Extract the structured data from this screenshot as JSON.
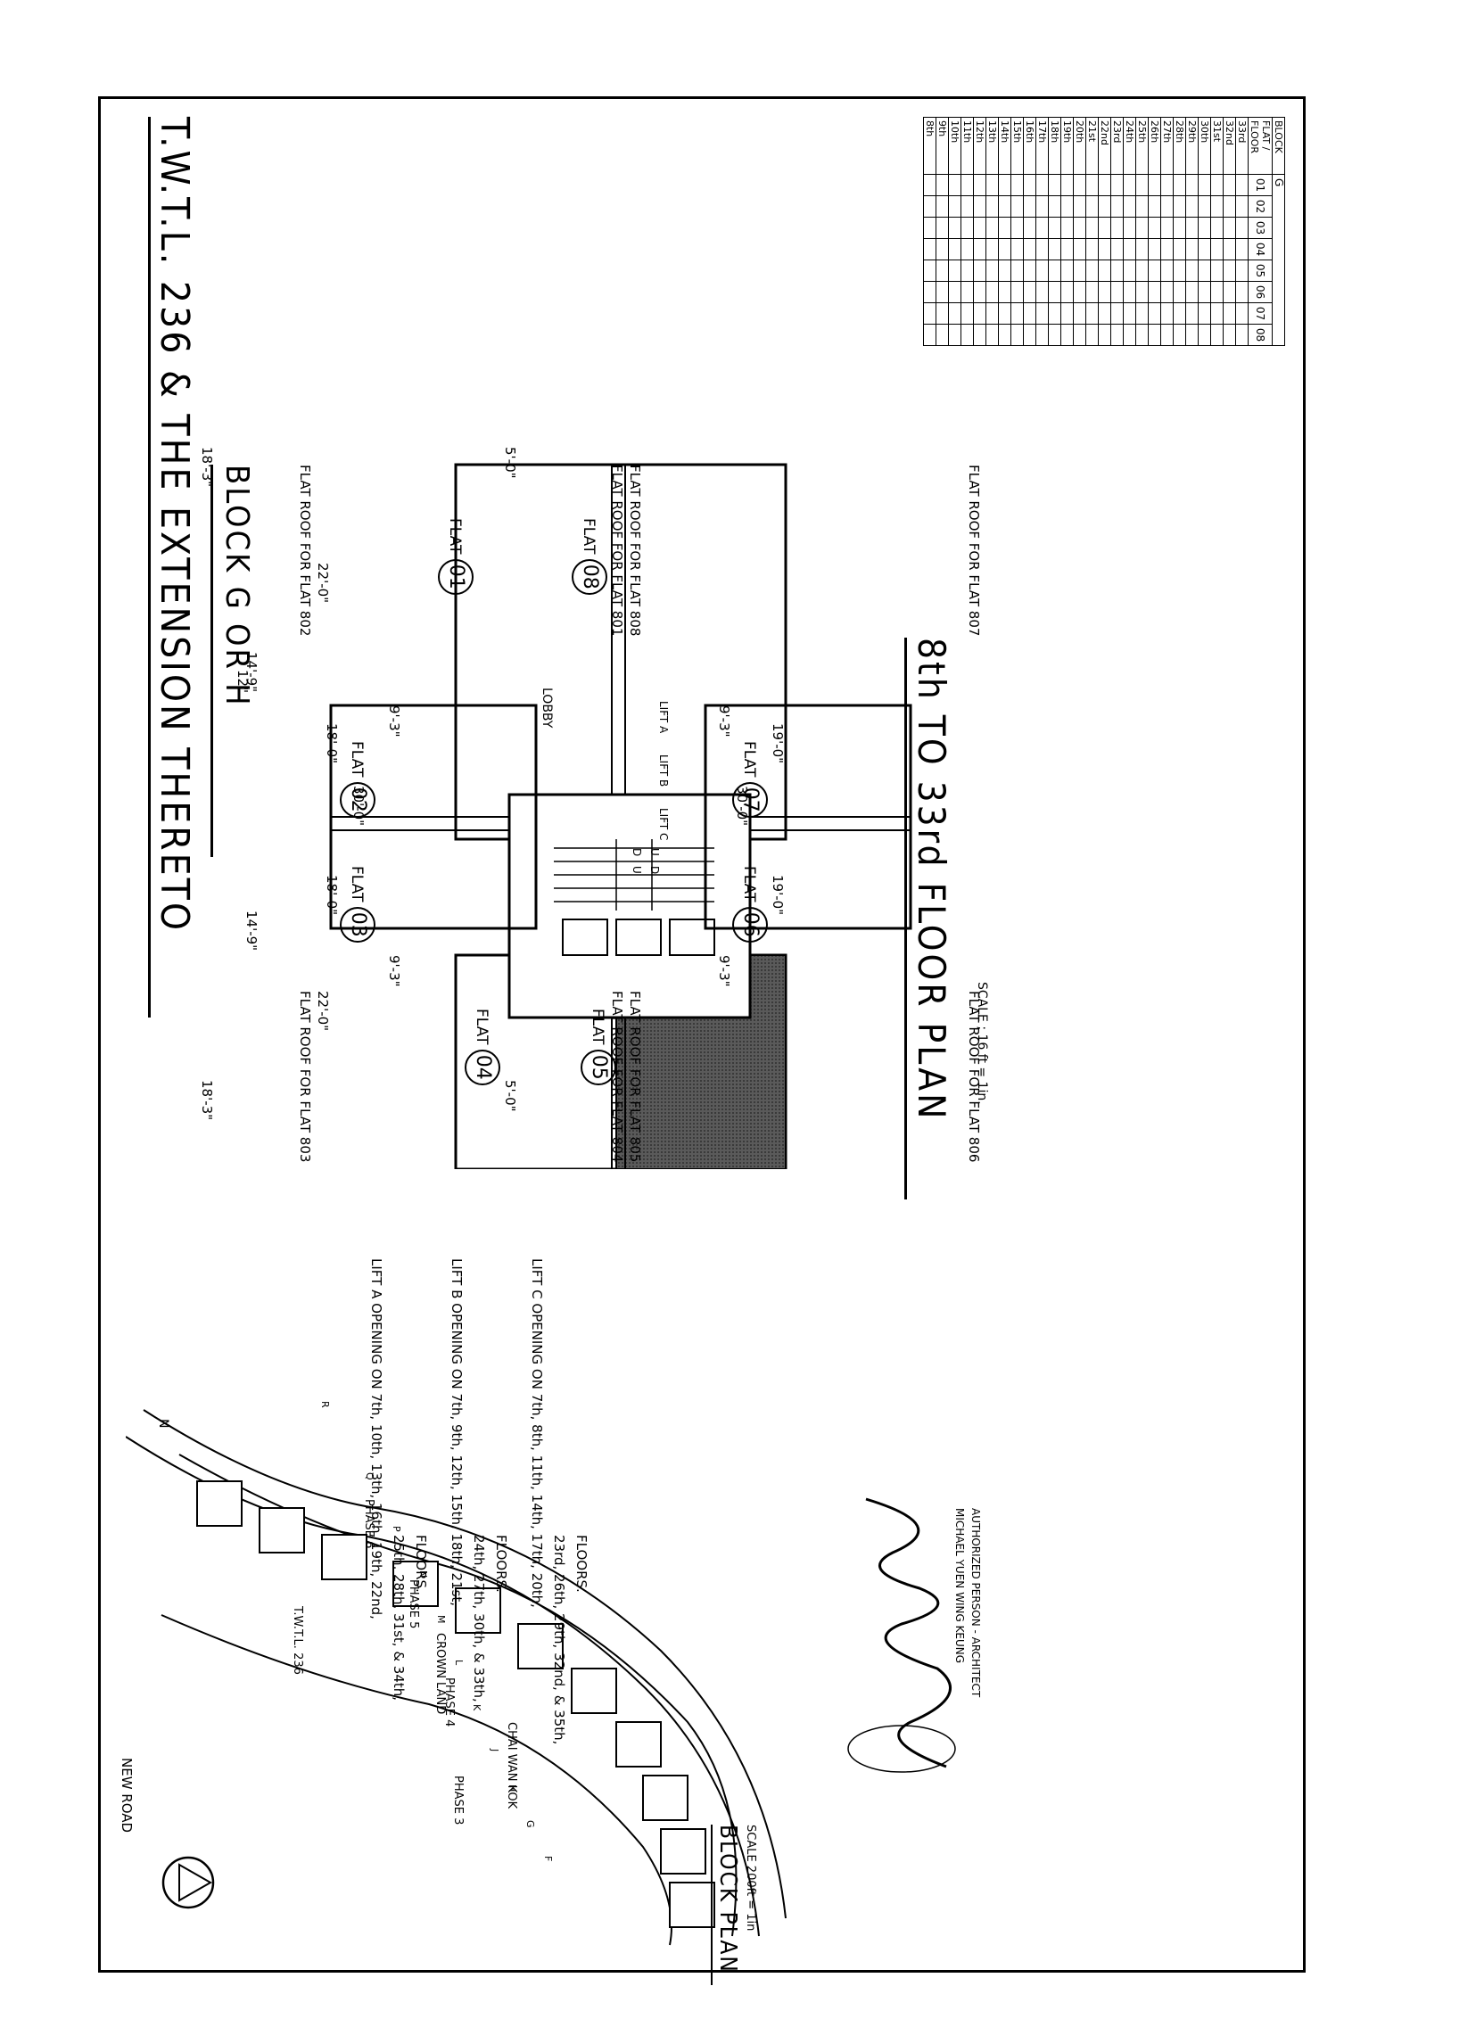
{
  "title": {
    "main": "T.W.T.L. 236 & THE EXTENSION THERETO",
    "block": "BLOCK G OR H",
    "floor_plan": "8th TO 33rd FLOOR PLAN",
    "floor_scale": "SCALE ; 16 ft = 1in."
  },
  "block_plan": {
    "heading": "BLOCK PLAN",
    "scale": "SCALE 200ft = 1in",
    "road": "NEW ROAD",
    "lot": "T.W.T.L. 236",
    "crown_land": "CROWN LAND",
    "place": "CHAI WAN KOK",
    "phases": [
      "PHASE 3",
      "PHASE 4",
      "PHASE 5",
      "PHASE 6"
    ],
    "blocks": [
      "F",
      "G",
      "H",
      "J",
      "K",
      "L",
      "M",
      "N",
      "P",
      "Q",
      "R"
    ],
    "north": "N"
  },
  "signature": {
    "name": "MICHAEL YUEN WING KEUNG",
    "role": "AUTHORIZED PERSON - ARCHITECT"
  },
  "flats": [
    {
      "label": "FLAT",
      "num": "01"
    },
    {
      "label": "FLAT",
      "num": "02"
    },
    {
      "label": "FLAT",
      "num": "03"
    },
    {
      "label": "FLAT",
      "num": "04"
    },
    {
      "label": "FLAT",
      "num": "05"
    },
    {
      "label": "FLAT",
      "num": "06"
    },
    {
      "label": "FLAT",
      "num": "07"
    },
    {
      "label": "FLAT",
      "num": "08"
    }
  ],
  "core": {
    "lobby": "LOBBY",
    "lifts": [
      "LIFT A",
      "LIFT B",
      "LIFT C"
    ],
    "stair_marks": [
      "U",
      "D",
      "D",
      "U"
    ]
  },
  "flat_roofs": {
    "r801": "FLAT ROOF FOR FLAT 801",
    "r802": "FLAT ROOF FOR FLAT 802",
    "r803": "FLAT ROOF FOR FLAT 803",
    "r804": "FLAT ROOF FOR FLAT 804",
    "r805": "FLAT ROOF FOR FLAT 805",
    "r806": "FLAT ROOF FOR FLAT 806",
    "r807": "FLAT ROOF FOR FLAT 807",
    "r808": "FLAT ROOF FOR FLAT 808"
  },
  "dimensions": {
    "d18_3": "18'-3\"",
    "d5_0": "5'-0\"",
    "d22_0": "22'-0\"",
    "d14_9": "14'-9\"",
    "d12": "12\"",
    "d18_0": "18'-0\"",
    "d19_0": "19'-0\"",
    "d30_0": "30'-0\"",
    "d9_3": "9'-3\""
  },
  "schedule": {
    "header_block": "BLOCK",
    "block_value": "G",
    "header_flat": "FLAT",
    "header_floor": "FLOOR",
    "flats": [
      "01",
      "02",
      "03",
      "04",
      "05",
      "06",
      "07",
      "08"
    ],
    "floors": [
      "33rd",
      "32nd",
      "31st",
      "30th",
      "29th",
      "28th",
      "27th",
      "26th",
      "25th",
      "24th",
      "23rd",
      "22nd",
      "21st",
      "20th",
      "19th",
      "18th",
      "17th",
      "16th",
      "15th",
      "14th",
      "13th",
      "12th",
      "11th",
      "10th",
      "9th",
      "8th"
    ]
  },
  "lift_notes": [
    {
      "lift": "LIFT A OPENING ON",
      "floors_1": "7th, 10th, 13th, 16th, 19th, 22nd,",
      "floors_2": "25th, 28th, 31st, & 34th,",
      "floors_3": "FLOORS."
    },
    {
      "lift": "LIFT B OPENING ON",
      "floors_1": "7th, 9th, 12th, 15th, 18th, 21st,",
      "floors_2": "24th, 27th, 30th, & 33th,",
      "floors_3": "FLOORS."
    },
    {
      "lift": "LIFT C OPENING ON",
      "floors_1": "7th, 8th, 11th, 14th, 17th, 20th,",
      "floors_2": "23rd, 26th, 29th, 32nd, & 35th,",
      "floors_3": "FLOORS."
    }
  ]
}
